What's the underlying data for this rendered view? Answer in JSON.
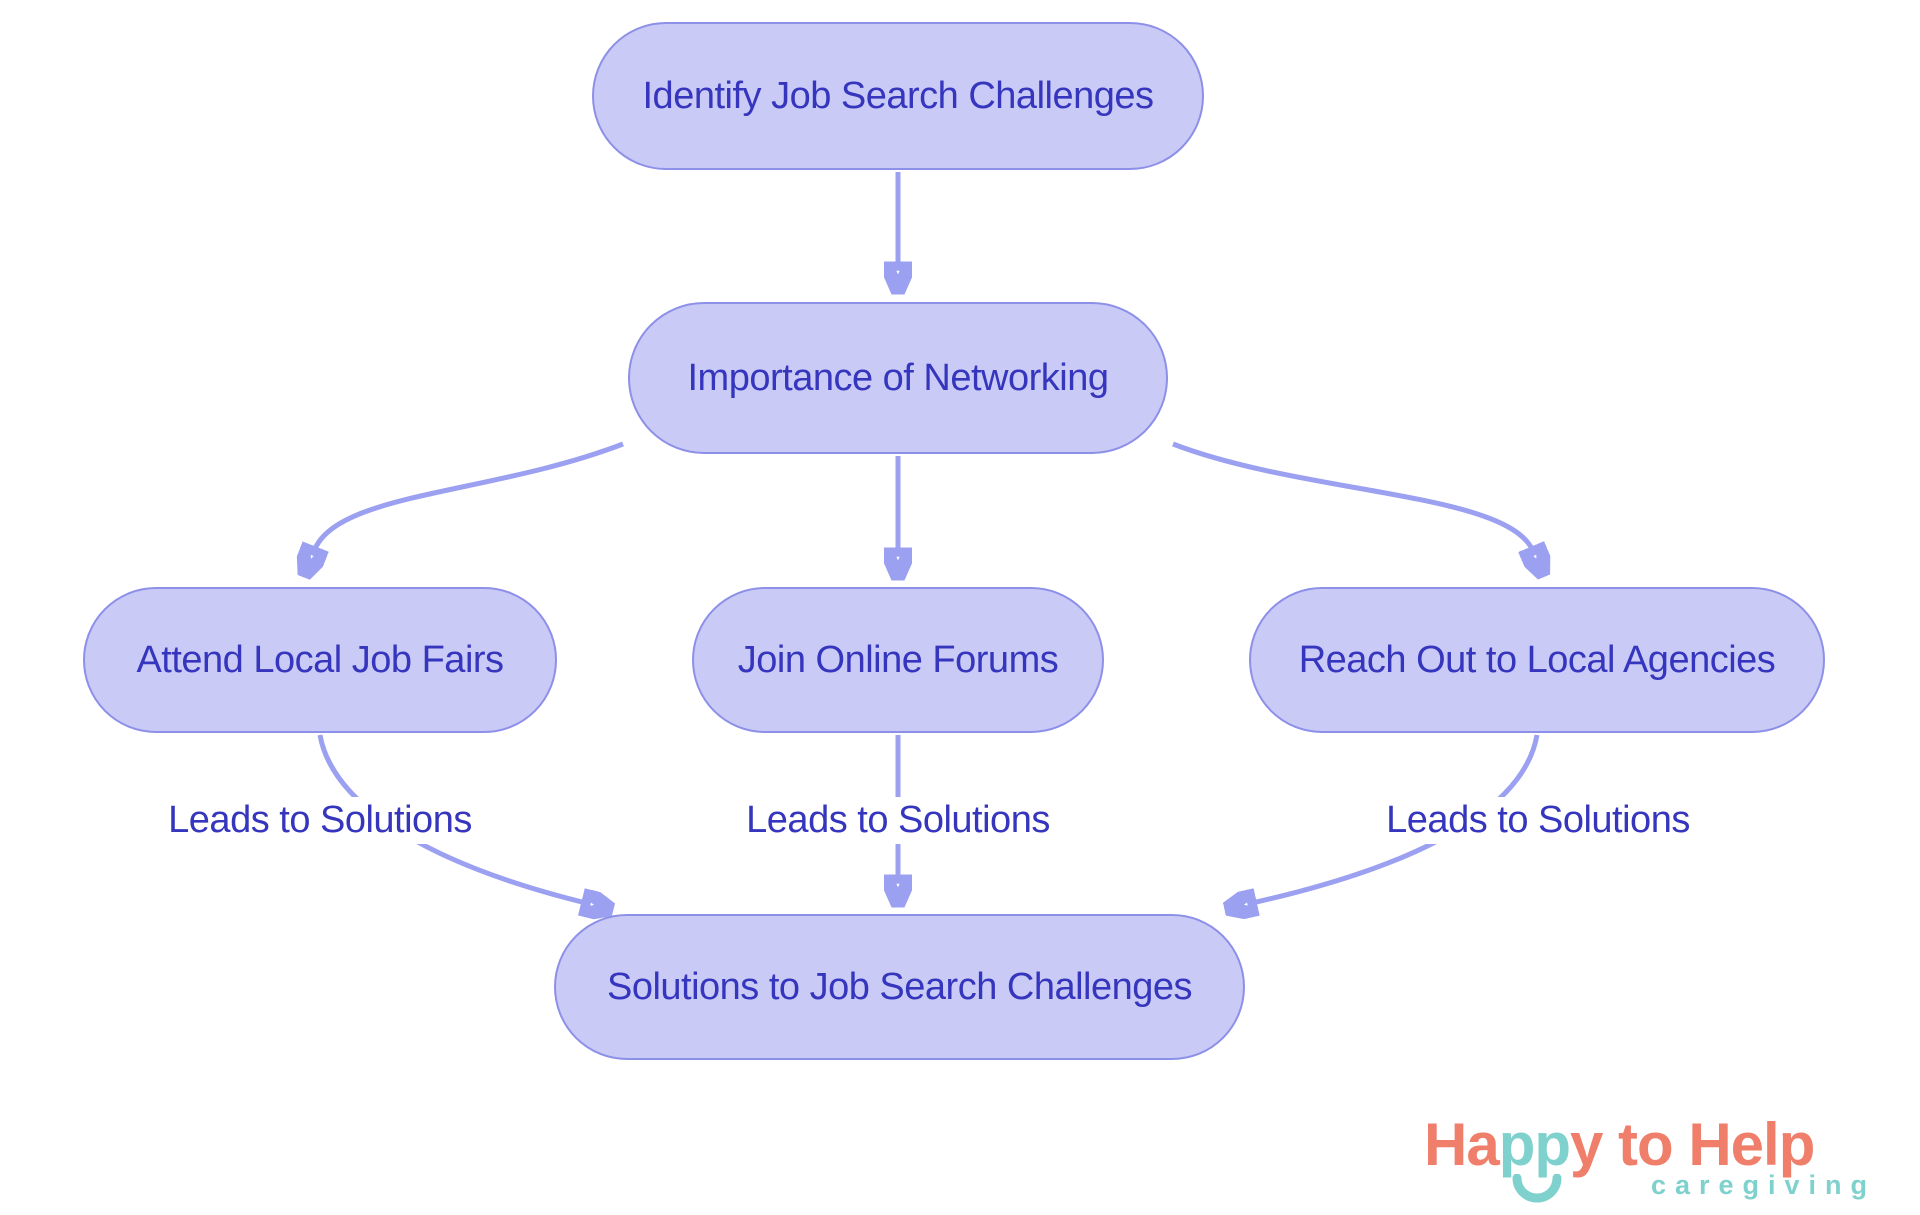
{
  "diagram": {
    "type": "flowchart",
    "background": "#ffffff",
    "palette": {
      "node_fill": "#c9caf6",
      "node_border": "#8d90e8",
      "node_text": "#3535bd",
      "edge_color": "#9ba0f1",
      "edge_label_text": "#3535bd"
    },
    "nodes": [
      {
        "id": "identify",
        "label": "Identify Job Search Challenges"
      },
      {
        "id": "networking",
        "label": "Importance of Networking"
      },
      {
        "id": "fairs",
        "label": "Attend Local Job Fairs"
      },
      {
        "id": "forums",
        "label": "Join Online Forums"
      },
      {
        "id": "agencies",
        "label": "Reach Out to Local Agencies"
      },
      {
        "id": "solutions",
        "label": "Solutions to Job Search Challenges"
      }
    ],
    "connections": [
      {
        "from": "identify",
        "to": "networking",
        "label": ""
      },
      {
        "from": "networking",
        "to": "fairs",
        "label": ""
      },
      {
        "from": "networking",
        "to": "forums",
        "label": ""
      },
      {
        "from": "networking",
        "to": "agencies",
        "label": ""
      },
      {
        "from": "fairs",
        "to": "solutions",
        "label": "Leads to Solutions"
      },
      {
        "from": "forums",
        "to": "solutions",
        "label": "Leads to Solutions"
      },
      {
        "from": "agencies",
        "to": "solutions",
        "label": "Leads to Solutions"
      }
    ],
    "edge_labels": [
      {
        "text": "Leads to Solutions"
      },
      {
        "text": "Leads to Solutions"
      },
      {
        "text": "Leads to Solutions"
      }
    ]
  },
  "logo": {
    "prefix": "Ha",
    "accent": "pp",
    "suffix": "y to Help",
    "tagline": "caregiving",
    "coral": "#ef7e6a",
    "teal": "#7ed1cd"
  }
}
